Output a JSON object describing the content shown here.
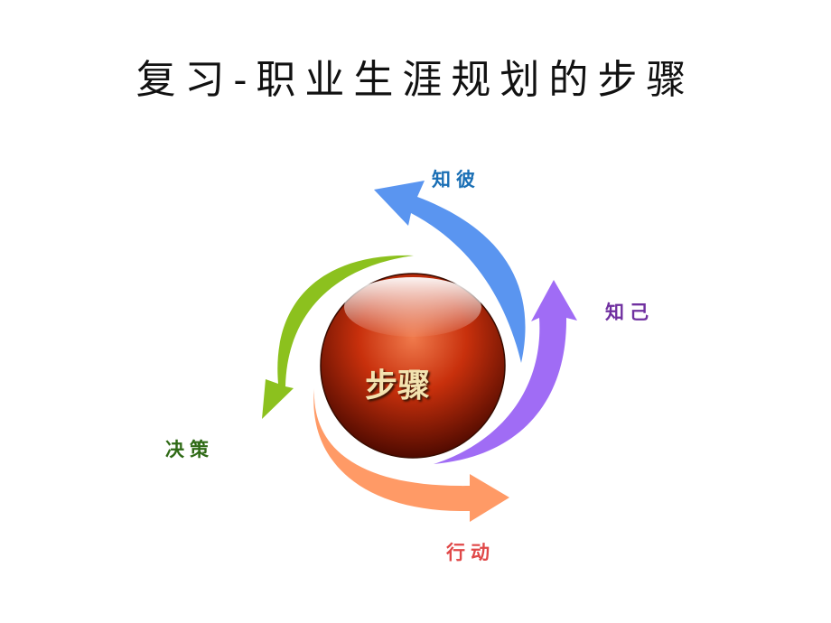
{
  "title": "复习-职业生涯规划的步骤",
  "center": {
    "label": "步骤"
  },
  "steps": [
    {
      "label": "知彼",
      "color": "#1a6fb5",
      "arrow_color": "#5a95f0"
    },
    {
      "label": "知己",
      "color": "#7030a0",
      "arrow_color": "#a06cf5"
    },
    {
      "label": "行动",
      "color": "#e04848",
      "arrow_color": "#ff9a66"
    },
    {
      "label": "决策",
      "color": "#2f6a16",
      "arrow_color": "#8cc11e"
    }
  ]
}
